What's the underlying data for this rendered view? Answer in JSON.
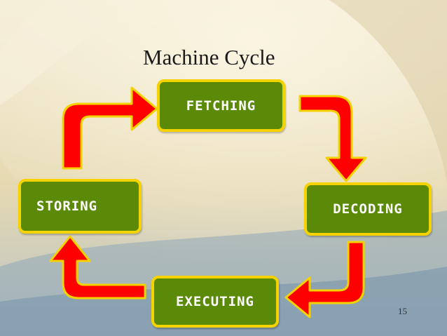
{
  "slide": {
    "title": "Machine Cycle",
    "page_number": "15"
  },
  "diagram": {
    "stages": {
      "fetching": "FETCHING",
      "decoding": "DECODING",
      "executing": "EXECUTING",
      "storing": "STORING"
    },
    "colors": {
      "box_fill": "#5a8a07",
      "box_border": "#f5d300",
      "arrow_fill": "#ff0000",
      "arrow_border": "#f5d300"
    }
  }
}
